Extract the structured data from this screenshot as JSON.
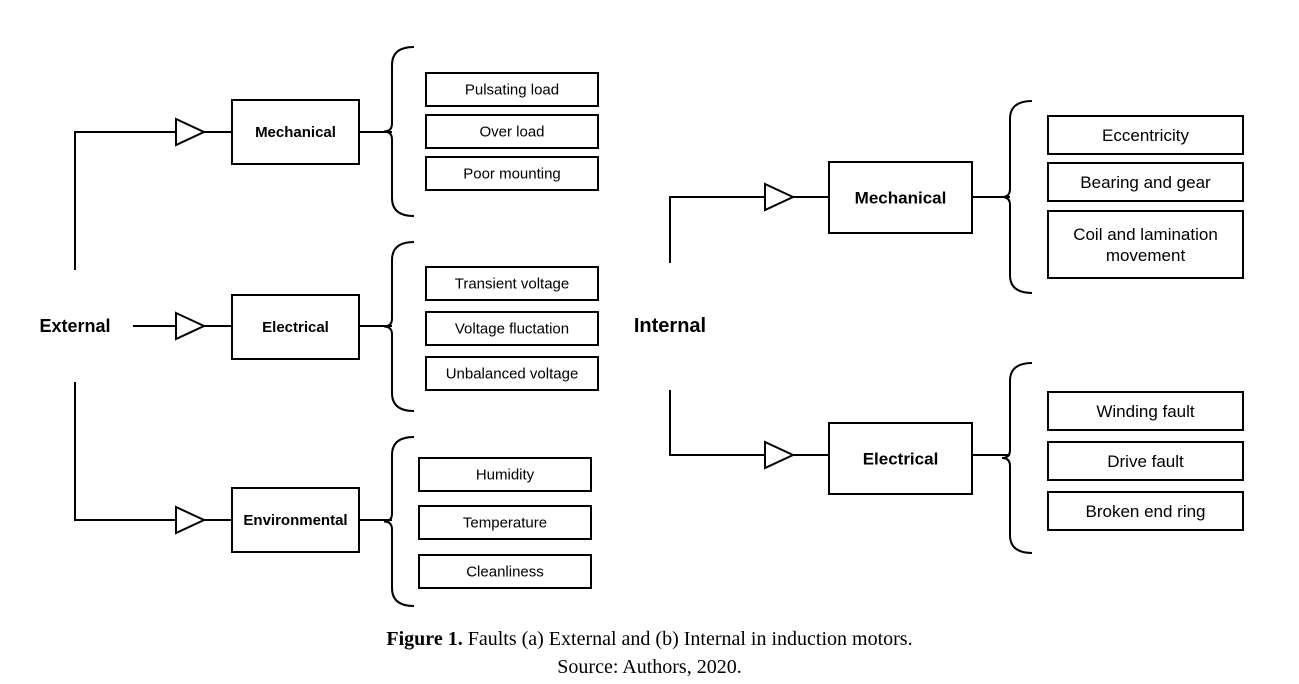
{
  "external": {
    "root_label": "External",
    "groups": [
      {
        "label": "Mechanical",
        "items": [
          "Pulsating load",
          "Over load",
          "Poor mounting"
        ]
      },
      {
        "label": "Electrical",
        "items": [
          "Transient voltage",
          "Voltage fluctation",
          "Unbalanced voltage"
        ]
      },
      {
        "label": "Environmental",
        "items": [
          "Humidity",
          "Temperature",
          "Cleanliness"
        ]
      }
    ]
  },
  "internal": {
    "root_label": "Internal",
    "groups": [
      {
        "label": "Mechanical",
        "items": [
          "Eccentricity",
          "Bearing and gear",
          "Coil and lamination\nmovement"
        ]
      },
      {
        "label": "Electrical",
        "items": [
          "Winding fault",
          "Drive fault",
          "Broken end ring"
        ]
      }
    ]
  },
  "caption": {
    "prefix": "Figure 1.",
    "text": " Faults (a) External and (b) Internal in induction motors.",
    "source": "Source: Authors, 2020."
  }
}
